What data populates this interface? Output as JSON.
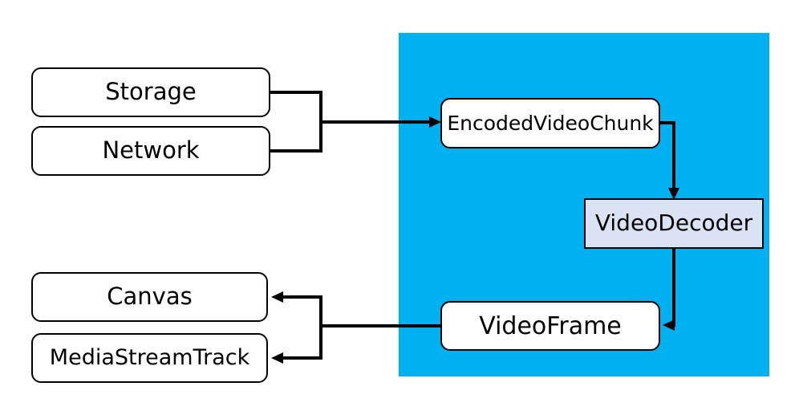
{
  "diagram": {
    "nodes": {
      "storage": {
        "label": "Storage"
      },
      "network": {
        "label": "Network"
      },
      "encoded_video_chunk": {
        "label": "EncodedVideoChunk"
      },
      "video_decoder": {
        "label": "VideoDecoder"
      },
      "video_frame": {
        "label": "VideoFrame"
      },
      "canvas": {
        "label": "Canvas"
      },
      "media_stream_track": {
        "label": "MediaStreamTrack"
      }
    },
    "colors": {
      "region_fill": "#00b1f1",
      "node_fill": "#ffffff",
      "decoder_fill": "#dae3f3",
      "border": "#000000",
      "connector": "#000000",
      "text": "#000000"
    }
  }
}
